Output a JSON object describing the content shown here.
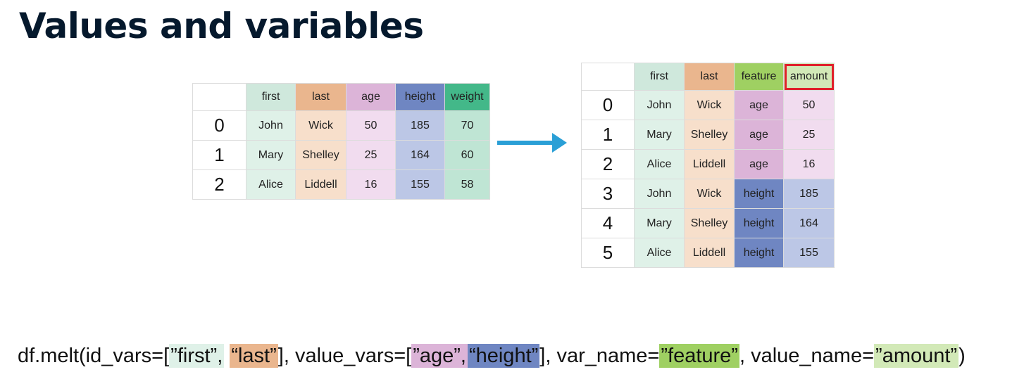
{
  "title": "Values and variables",
  "colors": {
    "first_header": "#cfe8dc",
    "first_cell": "#dff1e8",
    "last_header": "#eab68e",
    "last_cell": "#f7dfcb",
    "age_header": "#dcb4d8",
    "age_cell": "#f1dcef",
    "height_header": "#6f86c2",
    "height_cell": "#bcc7e6",
    "weight_header": "#43b889",
    "weight_cell": "#bfe5d4",
    "feature_header": "#9fd062",
    "amount_header": "#d2e9b7",
    "arrow": "#2a9fd6",
    "highlight_box": "#e0202a"
  },
  "left_table": {
    "columns": [
      "first",
      "last",
      "age",
      "height",
      "weight"
    ],
    "rows": [
      {
        "index": "0",
        "cells": [
          "John",
          "Wick",
          "50",
          "185",
          "70"
        ]
      },
      {
        "index": "1",
        "cells": [
          "Mary",
          "Shelley",
          "25",
          "164",
          "60"
        ]
      },
      {
        "index": "2",
        "cells": [
          "Alice",
          "Liddell",
          "16",
          "155",
          "58"
        ]
      }
    ]
  },
  "right_table": {
    "columns": [
      "first",
      "last",
      "feature",
      "amount"
    ],
    "rows": [
      {
        "index": "0",
        "cells": [
          "John",
          "Wick",
          "age",
          "50"
        ]
      },
      {
        "index": "1",
        "cells": [
          "Mary",
          "Shelley",
          "age",
          "25"
        ]
      },
      {
        "index": "2",
        "cells": [
          "Alice",
          "Liddell",
          "age",
          "16"
        ]
      },
      {
        "index": "3",
        "cells": [
          "John",
          "Wick",
          "height",
          "185"
        ]
      },
      {
        "index": "4",
        "cells": [
          "Mary",
          "Shelley",
          "height",
          "164"
        ]
      },
      {
        "index": "5",
        "cells": [
          "Alice",
          "Liddell",
          "height",
          "155"
        ]
      }
    ]
  },
  "code": {
    "p1": "df.melt(id_vars=[",
    "first": "”first”,",
    "last": "“last”",
    "p2": "], value_vars=[",
    "age": "”age”,",
    "height": "“height”",
    "p3": "], var_name=",
    "feature": "”feature”",
    "p4": ", value_name=",
    "amount": "”amount”",
    "p5": ")"
  }
}
